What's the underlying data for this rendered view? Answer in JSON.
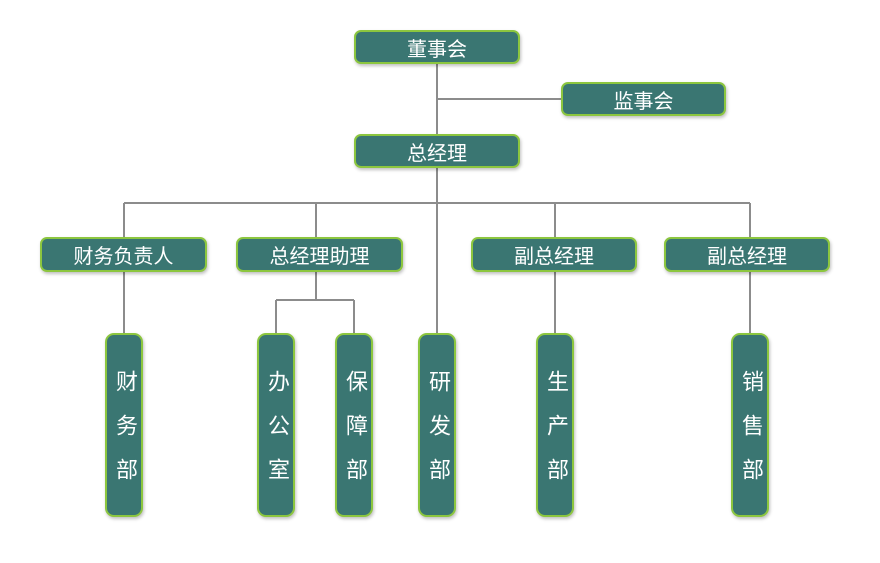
{
  "board": "董事会",
  "supervisors": "监事会",
  "general_manager": "总经理",
  "level2": {
    "finance_head": "财务负责人",
    "gm_assistant": "总经理助理",
    "vice_gm_1": "副总经理",
    "vice_gm_2": "副总经理"
  },
  "departments": {
    "finance": "财务部",
    "office": "办公室",
    "security": "保障部",
    "rnd": "研发部",
    "production": "生产部",
    "sales": "销售部"
  },
  "colors": {
    "node_fill": "#3a7672",
    "node_border": "#8cc63f",
    "connector": "#8c8c8c"
  }
}
